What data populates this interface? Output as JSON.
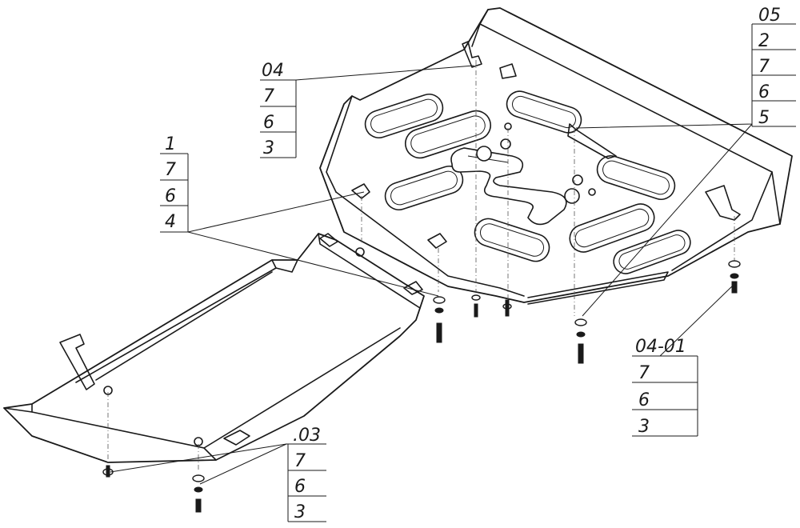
{
  "callouts": {
    "c05": [
      "05",
      "2",
      "7",
      "6",
      "5"
    ],
    "c04": [
      "04",
      "7",
      "6",
      "3"
    ],
    "c1": [
      "1",
      "7",
      "6",
      "4"
    ],
    "c0401": [
      "04-01",
      "7",
      "6",
      "3"
    ],
    "c03": [
      ".03",
      "7",
      "6",
      "3"
    ]
  }
}
